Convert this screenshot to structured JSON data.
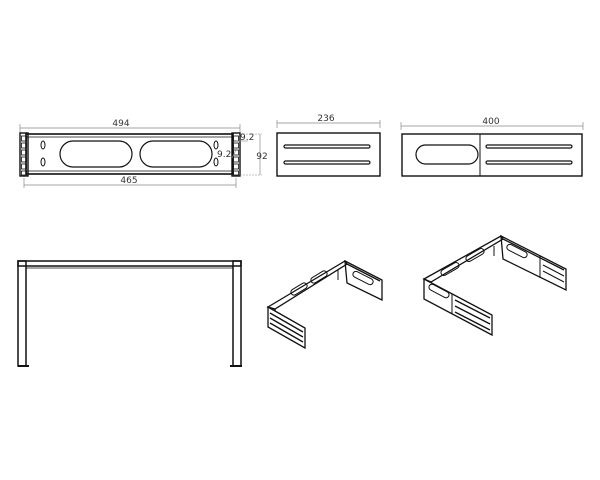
{
  "drawing": {
    "front_view": {
      "width_overall": "494",
      "width_inner": "465",
      "height": "92",
      "hole_offset": "9.2",
      "hole_spacing": "9.2"
    },
    "side_view_closed": {
      "width": "236"
    },
    "side_view_extended": {
      "width": "400"
    }
  }
}
